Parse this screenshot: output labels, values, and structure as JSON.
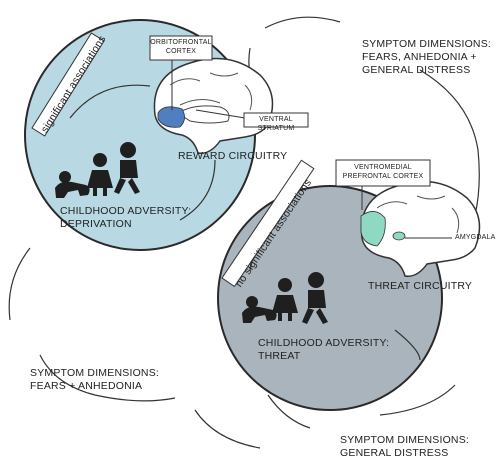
{
  "diagram": {
    "reward": {
      "association_tag": "significant associations",
      "brain_region_top": [
        "ORBITOFRONTAL",
        "CORTEX"
      ],
      "brain_region_side": "VENTRAL STRIATUM",
      "circuit_label": "REWARD CIRCUITRY",
      "adversity_label": [
        "CHILDHOOD ADVERSITY:",
        "DEPRIVATION"
      ]
    },
    "threat": {
      "association_tag": "no significant associations",
      "brain_region_top": [
        "VENTROMEDIAL",
        "PREFRONTAL CORTEX"
      ],
      "brain_region_side": "AMYGDALA",
      "circuit_label": "THREAT CIRCUITRY",
      "adversity_label": [
        "CHILDHOOD ADVERSITY:",
        "THREAT"
      ]
    },
    "symptoms": {
      "top_right": [
        "SYMPTOM DIMENSIONS:",
        "FEARS, ANHEDONIA +",
        "GENERAL DISTRESS"
      ],
      "bottom_left": [
        "SYMPTOM DIMENSIONS:",
        "FEARS + ANHEDONIA"
      ],
      "bottom_right": [
        "SYMPTOM DIMENSIONS:",
        "GENERAL DISTRESS"
      ]
    },
    "colors": {
      "reward_circle": "#b8d9e3",
      "threat_circle": "#a9b4bd",
      "orbitofrontal_highlight": "#4f7fc1",
      "vmpfc_highlight": "#8fd8c1",
      "outline": "#333333",
      "silhouette": "#1f1f1f"
    }
  }
}
